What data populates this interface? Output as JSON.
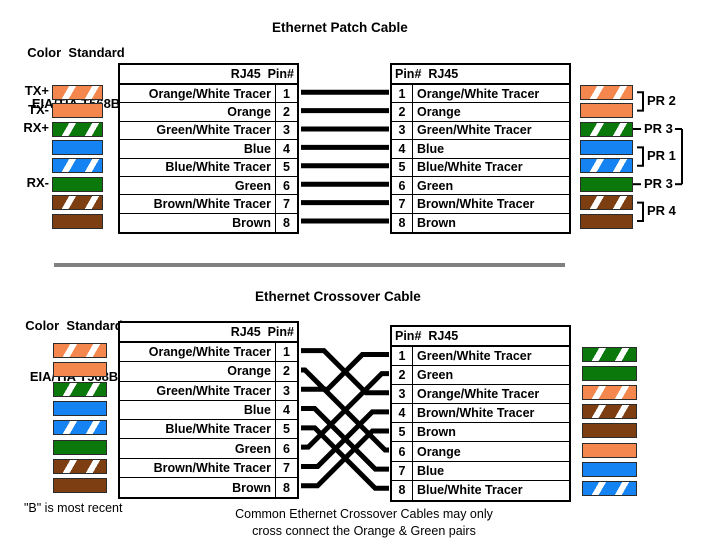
{
  "standard_label": {
    "line1": "Color  Standard",
    "line2": "EIA/TIA T568B"
  },
  "patch": {
    "title": "Ethernet Patch Cable",
    "left_header": "RJ45  Pin#",
    "right_header": "Pin#  RJ45",
    "signal_labels": [
      {
        "row": 1,
        "text": "TX+"
      },
      {
        "row": 2,
        "text": "TX-"
      },
      {
        "row": 3,
        "text": "RX+"
      },
      {
        "row": 6,
        "text": "RX-"
      }
    ],
    "pair_labels": [
      {
        "text": "PR 2",
        "rows": [
          1,
          2
        ],
        "style": "bracket"
      },
      {
        "text": "PR 3",
        "rows": [
          3
        ],
        "style": "dash"
      },
      {
        "text": "PR 1",
        "rows": [
          4,
          5
        ],
        "style": "bracket"
      },
      {
        "text": "PR 3",
        "rows": [
          6
        ],
        "style": "dash"
      },
      {
        "text": "PR 4",
        "rows": [
          7,
          8
        ],
        "style": "bracket"
      }
    ],
    "far_bracket_rows": [
      3,
      6
    ],
    "wiring": [
      1,
      2,
      3,
      4,
      5,
      6,
      7,
      8
    ]
  },
  "crossover": {
    "title": "Ethernet Crossover Cable",
    "left_header": "RJ45  Pin#",
    "right_header": "Pin#  RJ45",
    "wiring": [
      3,
      6,
      1,
      7,
      8,
      2,
      4,
      5
    ]
  },
  "t568b_rows": [
    {
      "pin": "1",
      "name": "Orange/White Tracer",
      "color": "orange-white"
    },
    {
      "pin": "2",
      "name": "Orange",
      "color": "orange"
    },
    {
      "pin": "3",
      "name": "Green/White Tracer",
      "color": "green-white"
    },
    {
      "pin": "4",
      "name": "Blue",
      "color": "blue"
    },
    {
      "pin": "5",
      "name": "Blue/White Tracer",
      "color": "blue-white"
    },
    {
      "pin": "6",
      "name": "Green",
      "color": "green"
    },
    {
      "pin": "7",
      "name": "Brown/White Tracer",
      "color": "brown-white"
    },
    {
      "pin": "8",
      "name": "Brown",
      "color": "brown"
    }
  ],
  "crossover_right_rows": [
    {
      "pin": "1",
      "name": "Green/White Tracer",
      "color": "green-white"
    },
    {
      "pin": "2",
      "name": "Green",
      "color": "green"
    },
    {
      "pin": "3",
      "name": "Orange/White Tracer",
      "color": "orange-white"
    },
    {
      "pin": "4",
      "name": "Brown/White Tracer",
      "color": "brown-white"
    },
    {
      "pin": "5",
      "name": "Brown",
      "color": "brown"
    },
    {
      "pin": "6",
      "name": "Orange",
      "color": "orange"
    },
    {
      "pin": "7",
      "name": "Blue",
      "color": "blue"
    },
    {
      "pin": "8",
      "name": "Blue/White Tracer",
      "color": "blue-white"
    }
  ],
  "wire_colors": {
    "orange": {
      "base": "#F4874E",
      "striped": false
    },
    "orange-white": {
      "base": "#F4874E",
      "striped": true
    },
    "green": {
      "base": "#0A780A",
      "striped": false
    },
    "green-white": {
      "base": "#0A780A",
      "striped": true
    },
    "blue": {
      "base": "#1583F2",
      "striped": false
    },
    "blue-white": {
      "base": "#1583F2",
      "striped": true
    },
    "brown": {
      "base": "#7D3E12",
      "striped": false
    },
    "brown-white": {
      "base": "#7D3E12",
      "striped": true
    }
  },
  "footnotes": {
    "left": "\"B\" is most recent",
    "center_line1": "Common Ethernet Crossover Cables may only",
    "center_line2": "cross connect the Orange & Green pairs"
  },
  "palette": {
    "wire_line": "#000000",
    "divider": "#808080",
    "table_border": "#000000",
    "background": "#FFFFFF"
  }
}
